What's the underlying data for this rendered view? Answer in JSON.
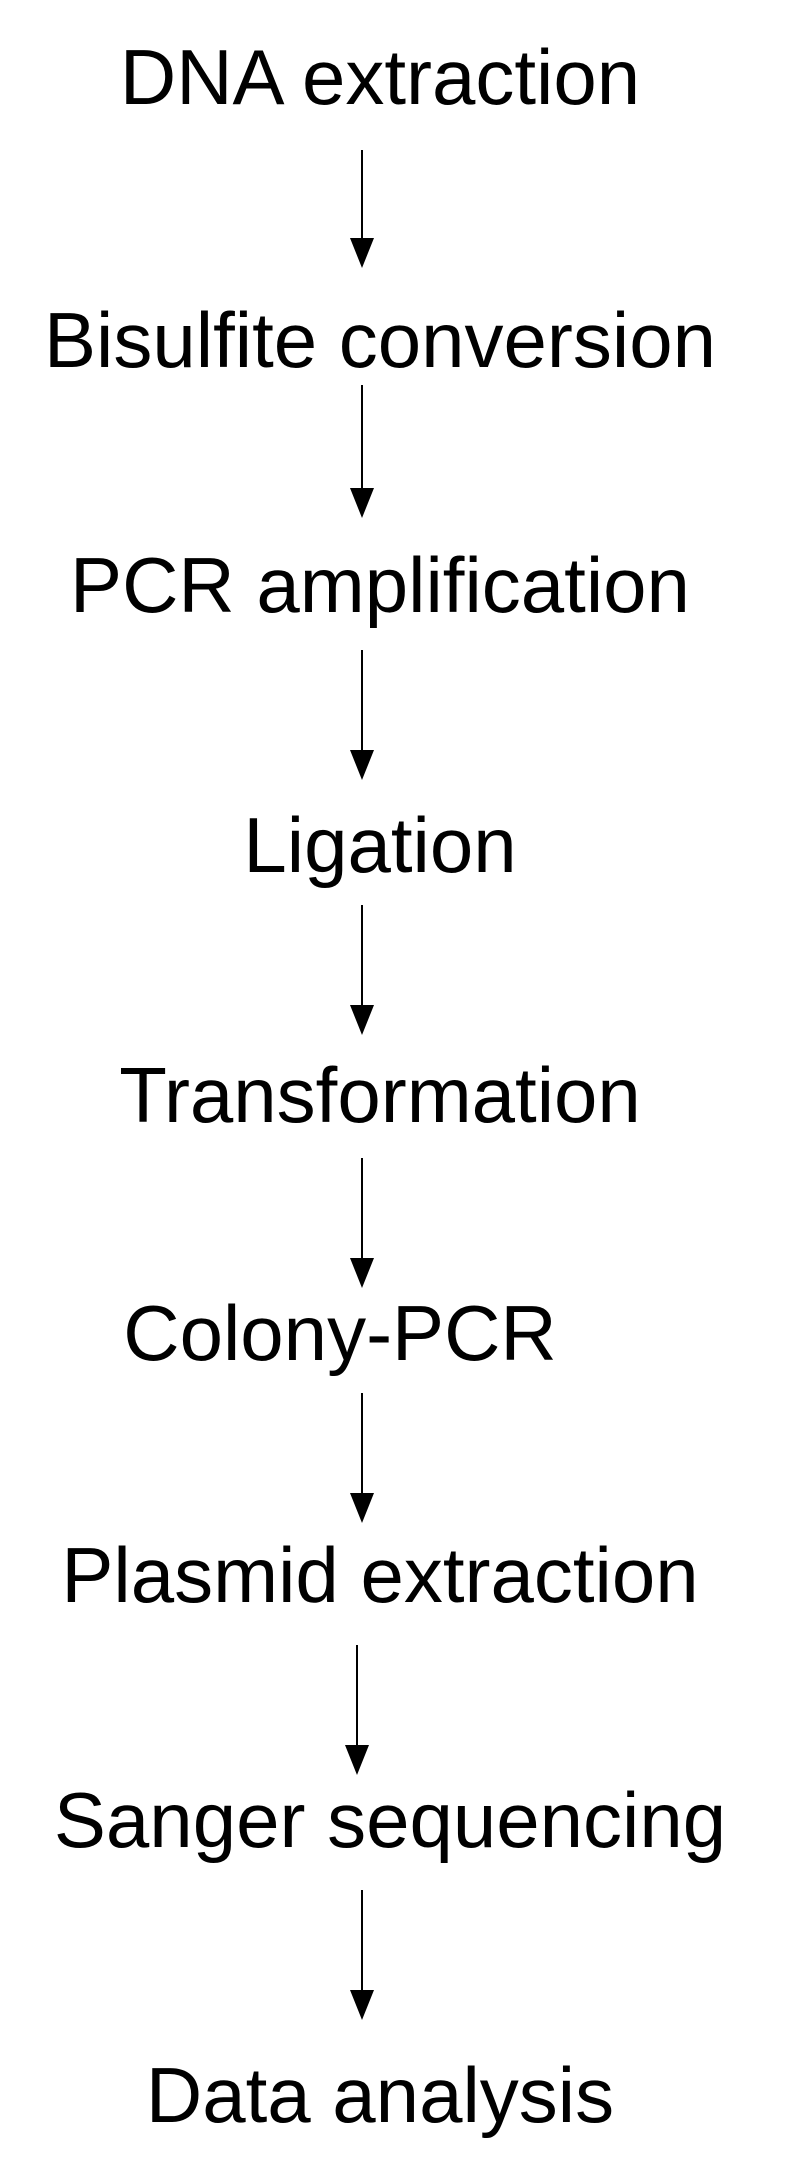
{
  "flowchart": {
    "steps": [
      "DNA extraction",
      "Bisulfite conversion",
      "PCR amplification",
      "Ligation",
      "Transformation",
      "Colony-PCR",
      "Plasmid extraction",
      "Sanger sequencing",
      "Data analysis"
    ],
    "text_color": "#000000",
    "arrow_color": "#000000"
  }
}
